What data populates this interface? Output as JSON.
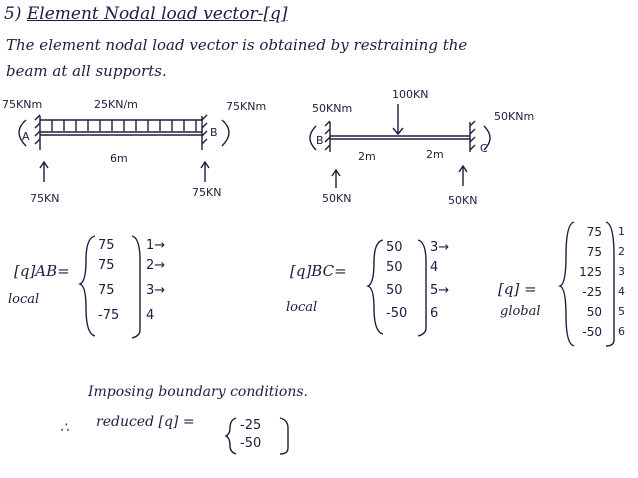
{
  "heading": {
    "number": "5)",
    "title": "Element Nodal load vector-[q]"
  },
  "intro": {
    "line1": "The element nodal load vector is obtained by restraining the",
    "line2": "beam at all supports."
  },
  "beam_ab": {
    "moment_left": "75KNm",
    "udl": "25KN/m",
    "moment_right": "75KNm",
    "node_a": "A",
    "node_b": "B",
    "span": "6m",
    "reaction_left": "75KN",
    "reaction_right": "75KN"
  },
  "beam_bc": {
    "moment_left": "50KNm",
    "point_load": "100KN",
    "moment_right": "50KNm",
    "node_b": "B",
    "node_c": "C",
    "span_left": "2m",
    "span_right": "2m",
    "reaction_left": "50KN",
    "reaction_right": "50KN"
  },
  "vector_ab": {
    "name": "[q]AB",
    "equals": "=",
    "sub": "local",
    "entries": [
      "75",
      "75",
      "75",
      "-75"
    ],
    "dofs": [
      "1→",
      "2→",
      "3→",
      "4"
    ]
  },
  "vector_bc": {
    "name": "[q]BC",
    "equals": "=",
    "sub": "local",
    "entries": [
      "50",
      "50",
      "50",
      "-50"
    ],
    "dofs": [
      "3→",
      "4",
      "5→",
      "6"
    ]
  },
  "vector_global": {
    "name": "[q]",
    "equals": "=",
    "sub": "global",
    "entries": [
      "75",
      "75",
      "125",
      "-25",
      "50",
      "-50"
    ],
    "dofs": [
      "1",
      "2",
      "3",
      "4",
      "5",
      "6"
    ]
  },
  "boundary": {
    "line1": "Imposing boundary conditions.",
    "therefore": "∴",
    "reduced_label": "reduced [q] =",
    "entries": [
      "-25",
      "-50"
    ]
  }
}
